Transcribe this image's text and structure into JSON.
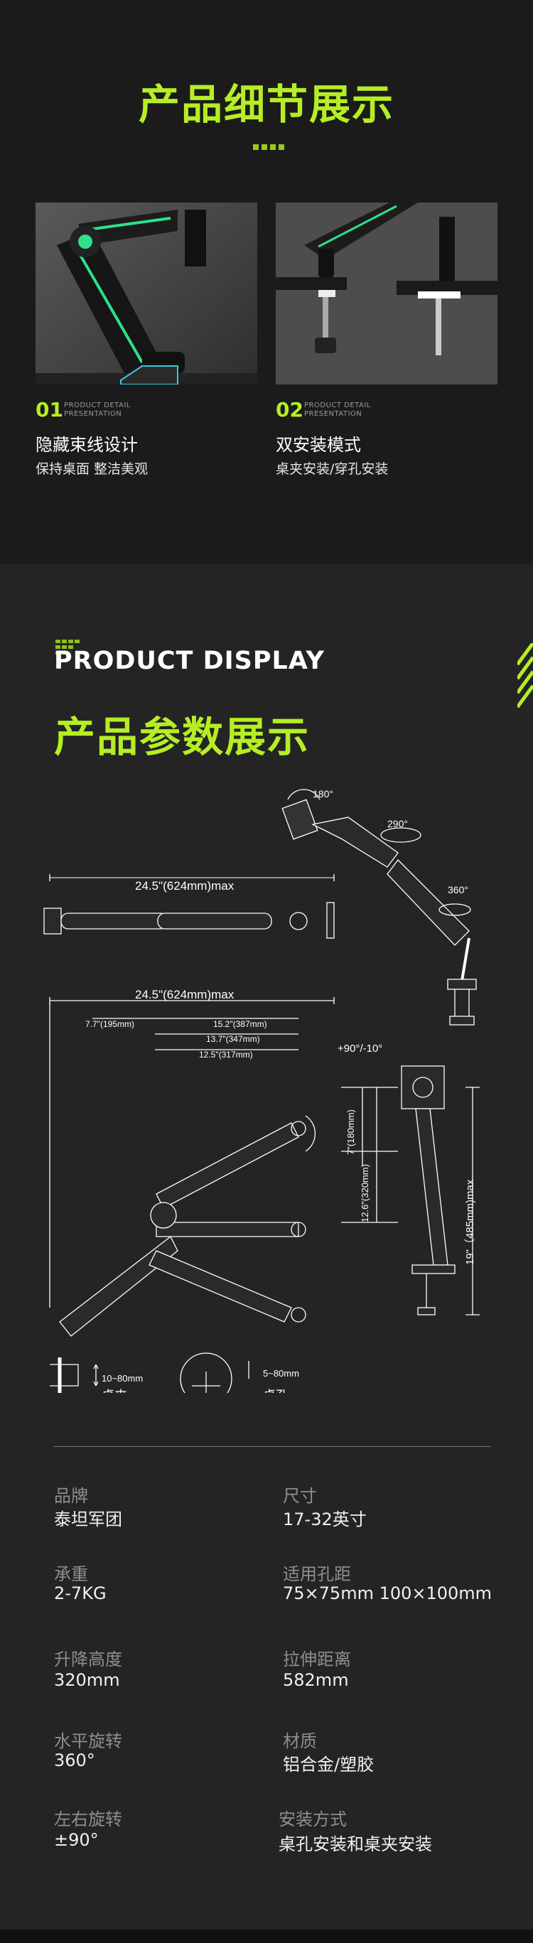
{
  "detail": {
    "title": "产品细节展示",
    "features": [
      {
        "num": "01",
        "en_line1": "PRODUCT DETAIL",
        "en_line2": "PRESENTATION",
        "title": "隐藏束线设计",
        "desc": "保持桌面 整洁美观"
      },
      {
        "num": "02",
        "en_line1": "PRODUCT DETAIL",
        "en_line2": "PRESENTATION",
        "title": "双安装模式",
        "desc": "桌夹安装/穿孔安装"
      }
    ]
  },
  "display": {
    "en_title": "PRODUCT DISPLAY",
    "cn_title": "产品参数展示"
  },
  "diagram": {
    "rot_180": "180°",
    "rot_290": "290°",
    "rot_360": "360°",
    "width_max_top": "24.5\"(624mm)max",
    "width_max": "24.5\"(624mm)max",
    "d_195": "7.7\"(195mm)",
    "d_387": "15.2\"(387mm)",
    "d_347": "13.7\"(347mm)",
    "d_317": "12.5\"(317mm)",
    "tilt": "+90°/-10°",
    "h_180": "7\"(180mm)",
    "h_320": "12.6\"(320mm)",
    "h_485": "19\"（485mm)max",
    "clamp_range": "10~80mm",
    "clamp_label": "桌夹",
    "grommet_range": "5~80mm",
    "grommet_label": "桌孔"
  },
  "specs": [
    {
      "label": "品牌",
      "value": "泰坦军团"
    },
    {
      "label": "尺寸",
      "value": "17-32英寸"
    },
    {
      "label": "承重",
      "value": "2-7KG"
    },
    {
      "label": "适用孔距",
      "value": "75×75mm  100×100mm"
    },
    {
      "label": "升降高度",
      "value": "320mm"
    },
    {
      "label": "拉伸距离",
      "value": "582mm"
    },
    {
      "label": "水平旋转",
      "value": "360°"
    },
    {
      "label": "材质",
      "value": "铝合金/塑胶"
    },
    {
      "label": "左右旋转",
      "value": "±90°"
    },
    {
      "label": "安装方式",
      "value": "桌孔安装和桌夹安装"
    }
  ],
  "colors": {
    "accent": "#b5ee24",
    "bg_top": "#1b1b1b",
    "bg_bottom": "#242424"
  }
}
